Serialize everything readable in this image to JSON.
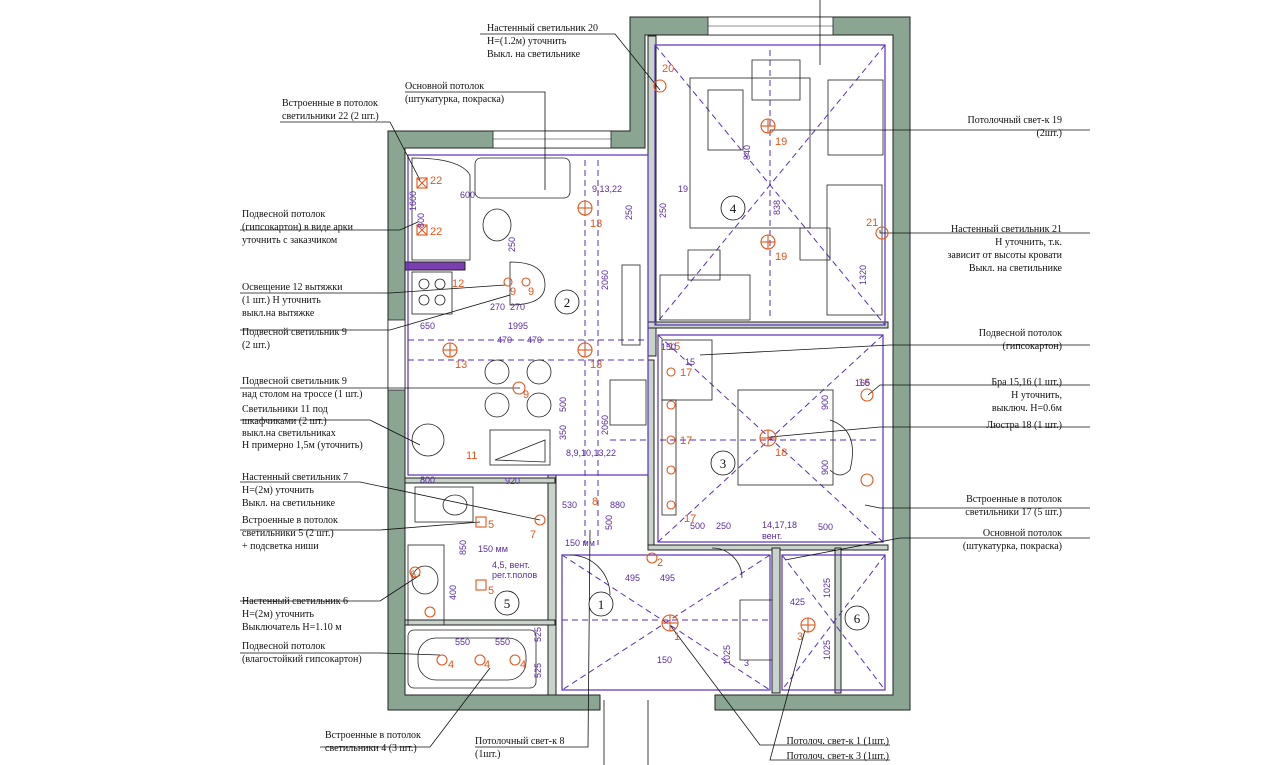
{
  "rooms": [
    "1",
    "2",
    "3",
    "4",
    "5",
    "6"
  ],
  "callouts": {
    "c20": [
      "Настенный светильник 20",
      "H=(1.2м) уточнить",
      "Выкл. на светильнике"
    ],
    "main_ceiling_top": [
      "Основной потолок",
      "(штукатурка, покраска)"
    ],
    "c22": [
      "Встроенные в потолок",
      "светильники 22 (2 шт.)"
    ],
    "arch": [
      "Подвесной потолок",
      "(гипсокартон) в виде арки",
      "уточнить с заказчиком"
    ],
    "c12": [
      "Освещение 12 вытяжки",
      "(1 шт.) Н уточнить",
      "выкл.на вытяжке"
    ],
    "c9a": [
      "Подвесной светильник 9",
      "(2 шт.)"
    ],
    "c9b": [
      "Подвесной светильник 9",
      "над столом на троссе (1 шт.)"
    ],
    "c11": [
      "Светильники 11 под",
      "шкафчиками (2 шт.)",
      "выкл.на светильниках",
      "Н примерно 1,5м (уточнить)"
    ],
    "c7": [
      "Настенный светильник 7",
      "H=(2м) уточнить",
      "Выкл. на светильнике"
    ],
    "c5": [
      "Встроенные в потолок",
      "светильники 5 (2 шт.)",
      "+ подсветка ниши"
    ],
    "c6": [
      "Настенный светильник 6",
      "H=(2м) уточнить",
      "Выключатель H=1.10 м"
    ],
    "wet_ceiling": [
      "Подвесной потолок",
      "(влагостойкий гипсокартон)"
    ],
    "c4": [
      "Встроенные в потолок",
      "светильники 4 (3 шт.)"
    ],
    "c8": [
      "Потолочный свет-к 8",
      "(1шт.)"
    ],
    "c19": [
      "Потолочный свет-к 19",
      "(2шт.)"
    ],
    "c21": [
      "Настенный светильник 21",
      "Н уточнить, т.к.",
      "зависит от высоты кровати",
      "Выкл. на светильнике"
    ],
    "gk": [
      "Подвесной потолок",
      "(гипсокартон)"
    ],
    "bra": [
      "Бра 15,16 (1 шт.)",
      "Н уточнить,",
      "выключ. Н=0.6м"
    ],
    "chand": [
      "Люстра 18 (1 шт.)"
    ],
    "c17": [
      "Встроенные в потолок",
      "светильники 17 (5 шт.)"
    ],
    "main_ceiling_right": [
      "Основной потолок",
      "(штукатурка, покраска)"
    ],
    "c1": [
      "Потолоч. свет-к 1 (1шт.)"
    ],
    "c3": [
      "Потолоч. свет-к 3 (1шт.)"
    ]
  },
  "fixture_numbers": {
    "n20": "20",
    "n22a": "22",
    "n22b": "22",
    "n13a": "13",
    "n13b": "13",
    "n13c": "13",
    "n12": "12",
    "n9a": "9",
    "n9b": "9",
    "n9c": "9",
    "n19a": "19",
    "n19b": "19",
    "n21": "21",
    "n17a": "17",
    "n17b": "17",
    "n17c": "17",
    "n18": "18",
    "n7": "7",
    "n8": "8",
    "n5a": "5",
    "n5b": "5",
    "n2": "2",
    "n1": "1",
    "n3a": "3",
    "n4a": "4",
    "n4b": "4",
    "n4c": "4",
    "n11": "11",
    "n16": "16",
    "n15": "15",
    "n6": "6"
  },
  "dimensions": {
    "d600": "600",
    "d1600": "1600",
    "d800a": "800",
    "d250a": "250",
    "d250b": "250",
    "d250c": "250",
    "d2060a": "2060",
    "d2060b": "2060",
    "d270a": "270",
    "d270b": "270",
    "d650": "650",
    "d1995": "1995",
    "d470a": "470",
    "d470b": "470",
    "d500a": "500",
    "d350": "350",
    "d800b": "800",
    "d920": "920",
    "d530": "530",
    "d880": "880",
    "d150mm_a": "150 мм",
    "d150mm_b": "150 мм",
    "d495a": "495",
    "d495b": "495",
    "d400": "400",
    "d850": "850",
    "d550a": "550",
    "d550b": "550",
    "d525a": "525",
    "d525b": "525",
    "d150": "150",
    "d1025a": "1025",
    "d1025b": "1025",
    "d1025c": "1025",
    "d425": "425",
    "d1320": "1320",
    "d900a": "900",
    "d900b": "900",
    "d500b": "500",
    "d500c": "500",
    "d840": "840",
    "d838": "838",
    "d150b": "150",
    "d1650": "165",
    "d500d": "500",
    "d250d": "250",
    "g9_13_22": "9,13,22",
    "g19": "19",
    "g8_9": "8,9,10,13,22",
    "g14": "14,17,18",
    "g14b": "вент.",
    "g45a": "4,5, вент.",
    "g45b": "рег.т.полов",
    "g3": "3",
    "g15": "15"
  }
}
